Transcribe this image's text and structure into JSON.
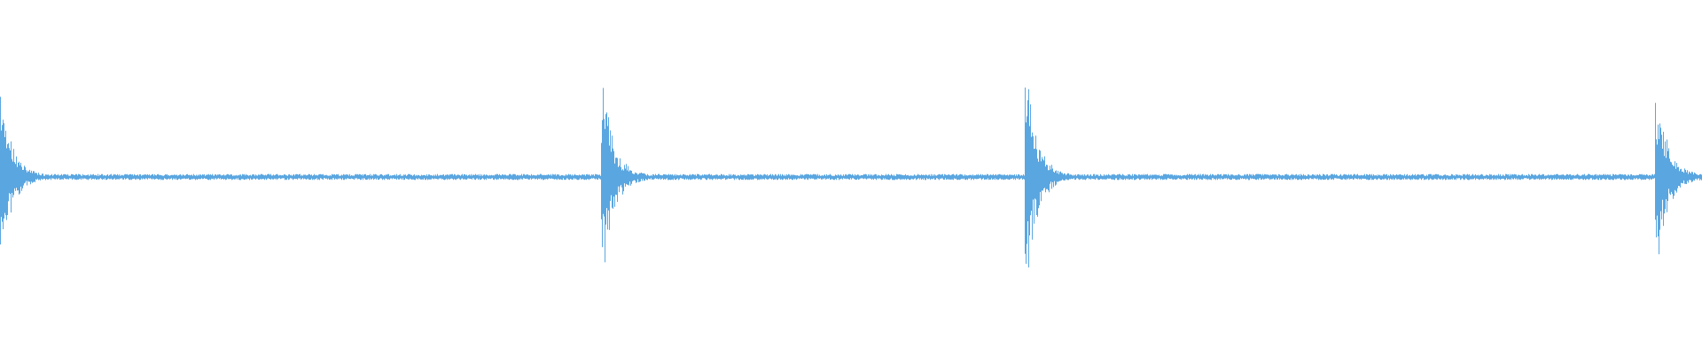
{
  "waveform": {
    "color": "#5aa6e0",
    "background": "#ffffff",
    "transients": [
      0.0,
      0.355,
      0.604,
      0.974
    ],
    "peak_amplitudes": [
      0.92,
      0.86,
      0.92,
      0.82
    ],
    "sustain_level": 0.03,
    "decay_rate": "fast"
  }
}
